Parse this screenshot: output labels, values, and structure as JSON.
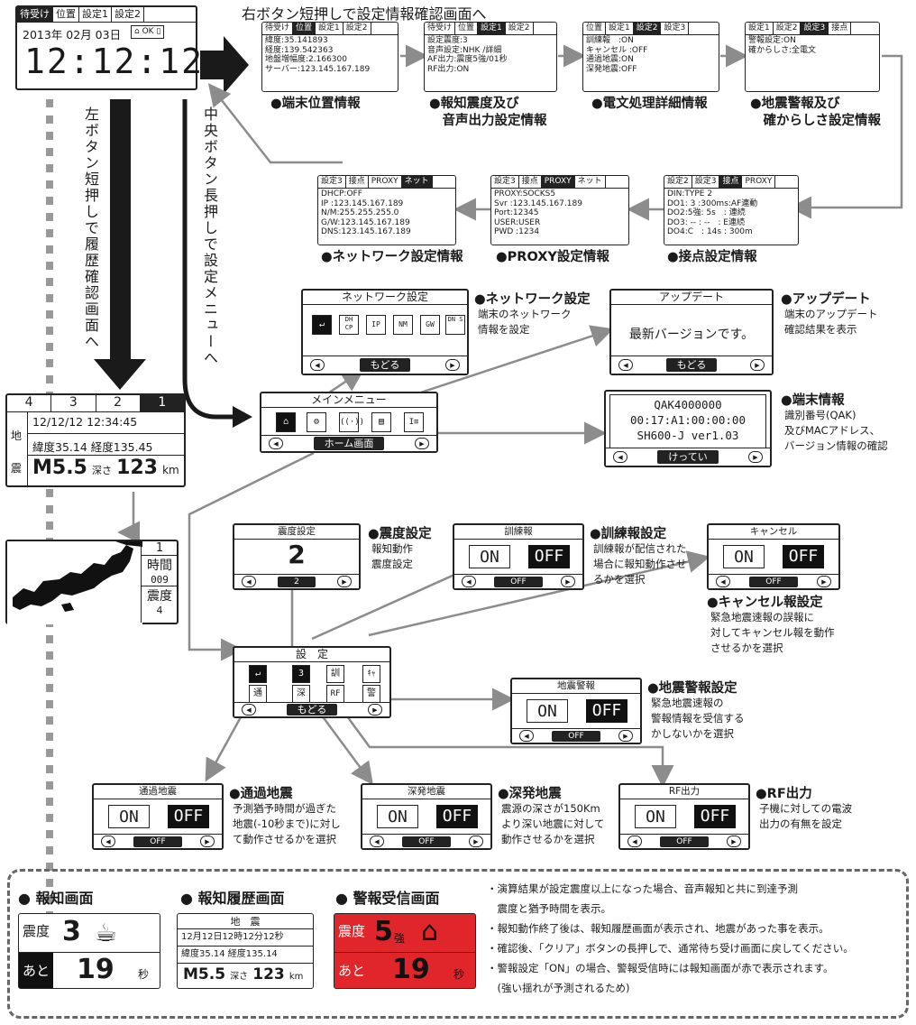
{
  "header_caption": "右ボタン短押しで設定情報確認画面へ",
  "standby": {
    "tabs": [
      "待受け",
      "位置",
      "設定1",
      "設定2"
    ],
    "date": "2013年 02月 03日",
    "status": "OK",
    "time": "12:12:12"
  },
  "vert_label_left": "左ボタン短押しで履歴確認画面へ",
  "vert_label_mid": "中央ボタン長押しで設定メニューへ",
  "info_screens": [
    {
      "tabs": [
        "待受け",
        "位置",
        "設定1",
        "設定2"
      ],
      "active": 1,
      "lines": [
        "緯度:35.141893",
        "経度:139.542363",
        "地盤増幅度:2.166300",
        "サーバー:123.145.167.189"
      ],
      "caption": "●端末位置情報"
    },
    {
      "tabs": [
        "待受け",
        "位置",
        "設定1",
        "設定2"
      ],
      "active": 2,
      "lines": [
        "設定震度:3",
        "音声設定:NHK /詳細",
        "AF出力:震度5強/01秒",
        "RF出力:ON"
      ],
      "caption": "●報知震度及び\n　音声出力設定情報"
    },
    {
      "tabs": [
        "位置",
        "設定1",
        "設定2",
        "設定3"
      ],
      "active": 2,
      "lines": [
        "訓練報　:ON",
        "キャンセル :OFF",
        "通過地震:ON",
        "深発地震:OFF"
      ],
      "caption": "●電文処理詳細情報"
    },
    {
      "tabs": [
        "設定1",
        "設定2",
        "設定3",
        "接点"
      ],
      "active": 2,
      "lines": [
        "警報設定:ON",
        "確からしさ:全電文"
      ],
      "caption": "●地震警報及び\n　確からしさ設定情報"
    },
    {
      "tabs": [
        "設定2",
        "設定3",
        "接点",
        "PROXY"
      ],
      "active": 2,
      "lines": [
        "DIN:TYPE 2",
        "DO1: 3 :300ms:AF連動",
        "DO2:5強: 5s　: 連続",
        "DO3: -- : --　: E連続",
        "DO4:C　: 14s : 300m"
      ],
      "caption": "●接点設定情報"
    },
    {
      "tabs": [
        "設定3",
        "接点",
        "PROXY",
        "ネット"
      ],
      "active": 2,
      "lines": [
        "PROXY:SOCKS5",
        "Svr :123.145.167.189",
        "Port:12345",
        "USER:USER",
        "PWD :1234"
      ],
      "caption": "●PROXY設定情報"
    },
    {
      "tabs": [
        "設定3",
        "接点",
        "PROXY",
        "ネット"
      ],
      "active": 3,
      "lines": [
        "DHCP:OFF",
        "IP :123.145.167.189",
        "N/M:255.255.255.0",
        "G/W:123.145.167.189",
        "DNS:123.145.167.189"
      ],
      "caption": "●ネットワーク設定情報"
    }
  ],
  "history_screen": {
    "tabs": [
      "4",
      "3",
      "2",
      "1"
    ],
    "datetime": "12/12/12 12:34:45",
    "location": "緯度35.14 経度135.45",
    "side_top": "地",
    "side_bottom": "震",
    "magnitude": "M5.5",
    "depth_label": "深さ",
    "depth": "123",
    "depth_unit": "km"
  },
  "map_screen": {
    "index": "1",
    "time_label": "時間",
    "time_value": "009",
    "intensity_label": "震度",
    "intensity_value": "4"
  },
  "network_setting": {
    "title": "ネットワーク設定",
    "icons": [
      "DH CP",
      "IP",
      "NM",
      "GW",
      "DN S"
    ],
    "nav": "もどる",
    "caption": "●ネットワーク設定",
    "desc": [
      "端末のネットワーク",
      "情報を設定"
    ]
  },
  "update_screen": {
    "title": "アップデート",
    "message": "最新バージョンです。",
    "nav": "もどる",
    "caption": "●アップデート",
    "desc": [
      "端末のアップデート",
      "確認結果を表示"
    ]
  },
  "main_menu": {
    "title": "メインメニュー",
    "nav": "ホーム画面"
  },
  "terminal_info": {
    "lines": [
      "QAK4000000",
      "00:17:A1:00:00:00",
      "SH600-J ver1.03"
    ],
    "nav": "けってい",
    "caption": "●端末情報",
    "desc": [
      "識別番号(QAK)",
      "及びMACアドレス、",
      "バージョン情報の確認"
    ]
  },
  "intensity_setting": {
    "title": "震度設定",
    "value": "2",
    "nav_value": "2",
    "caption": "●震度設定",
    "desc": [
      "報知動作",
      "震度設定"
    ]
  },
  "training_setting": {
    "title": "訓練報",
    "on": "ON",
    "off": "OFF",
    "nav_value": "OFF",
    "caption": "●訓練報設定",
    "desc": [
      "訓練報が配信された",
      "場合に報知動作させ",
      "るかを選択"
    ]
  },
  "cancel_setting": {
    "title": "キャンセル",
    "on": "ON",
    "off": "OFF",
    "nav_value": "OFF",
    "caption": "●キャンセル報設定",
    "desc": [
      "緊急地震速報の誤報に",
      "対してキャンセル報を動作",
      "させるかを選択"
    ]
  },
  "settings_menu": {
    "title": "設　定",
    "icons_row1": [
      "↵",
      "3",
      "訓",
      "ｷｬ"
    ],
    "icons_row2": [
      "通",
      "深",
      "RF",
      "警"
    ],
    "nav": "もどる"
  },
  "alarm_setting": {
    "title": "地震警報",
    "on": "ON",
    "off": "OFF",
    "nav_value": "OFF",
    "caption": "●地震警報設定",
    "desc": [
      "緊急地震速報の",
      "警報情報を受信する",
      "かしないかを選択"
    ]
  },
  "passing_quake": {
    "title": "通過地震",
    "on": "ON",
    "off": "OFF",
    "nav_value": "OFF",
    "caption": "●通過地震",
    "desc": [
      "予測猶予時間が過ぎた",
      "地震(-10秒まで)に対し",
      "て動作させるかを選択"
    ]
  },
  "deep_quake": {
    "title": "深発地震",
    "on": "ON",
    "off": "OFF",
    "nav_value": "OFF",
    "caption": "●深発地震",
    "desc": [
      "震源の深さが150Km",
      "より深い地震に対して",
      "動作させるかを選択"
    ]
  },
  "rf_output": {
    "title": "RF出力",
    "on": "ON",
    "off": "OFF",
    "nav_value": "OFF",
    "caption": "●RF出力",
    "desc": [
      "子機に対しての電波",
      "出力の有無を設定"
    ]
  },
  "bottom": {
    "alert": {
      "heading": "● 報知画面",
      "label1": "震度",
      "value1": "3",
      "label2": "あと",
      "value2": "19",
      "unit": "秒"
    },
    "history": {
      "heading": "● 報知履歴画面",
      "title": "地　震",
      "datetime": "12月12日12時12分12秒",
      "location": "緯度35.14 経度135.14",
      "magnitude": "M5.5",
      "depth_label": "深さ",
      "depth": "123",
      "depth_unit": "km"
    },
    "warning": {
      "heading": "● 警報受信画面",
      "label1": "震度",
      "value1": "5",
      "value1_suffix": "強",
      "label2": "あと",
      "value2": "19",
      "unit": "秒"
    },
    "notes": [
      "・演算結果が設定震度以上になった場合、音声報知と共に到達予測",
      "　震度と猶予時間を表示。",
      "・報知動作終了後は、報知履歴画面が表示され、地震があった事を表示。",
      "・確認後、「クリア」ボタンの長押しで、通常待ち受け画面に戻してください。",
      "・警報設定「ON」の場合、警報受信時には報知画面が赤で表示されます。",
      "　(強い揺れが予測されるため)"
    ]
  },
  "colors": {
    "arrow_dark": "#1a1a1a",
    "arrow_gray": "#8c8c8c",
    "warning_red": "#e0252b"
  }
}
